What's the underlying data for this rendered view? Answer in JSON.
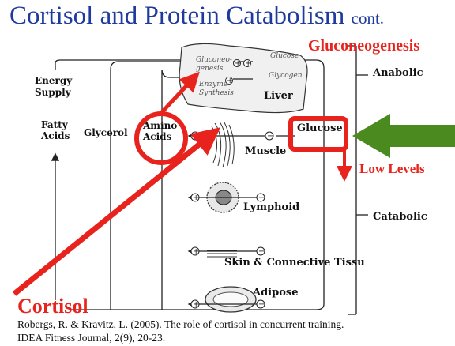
{
  "title": {
    "main": "Cortisol and Protein Catabolism",
    "suffix": "cont."
  },
  "labels": {
    "energy_supply_line1": "Energy",
    "energy_supply_line2": "Supply",
    "fatty_acids_line1": "Fatty",
    "fatty_acids_line2": "Acids",
    "glycerol": "Glycerol",
    "amino_acids_line1": "Amino",
    "amino_acids_line2": "Acids",
    "gluconeogenesis_small_line1": "Gluconeo-",
    "gluconeogenesis_small_line2": "genesis",
    "enzyme_synthesis_line1": "Enzyme",
    "enzyme_synthesis_line2": "Synthesis",
    "glucose_small": "Glucose",
    "glycogen_small": "Glycogen",
    "liver": "Liver",
    "muscle": "Muscle",
    "glucose": "Glucose",
    "lymphoid": "Lymphoid",
    "skin_connective": "Skin & Connective Tissu",
    "adipose": "Adipose",
    "anabolic": "Anabolic",
    "catabolic": "Catabolic"
  },
  "overlays": {
    "gluconeogenesis": "Gluconeogenesis",
    "low_levels": "Low Levels",
    "cortisol": "Cortisol"
  },
  "citation": {
    "line1": "Robergs, R. & Kravitz, L. (2005). The role of cortisol in concurrent training.",
    "line2": "IDEA Fitness Journal, 2(9), 20-23."
  },
  "colors": {
    "title": "#1f3a9e",
    "highlight_red": "#e8231d",
    "arrow_green": "#4a8a1e",
    "diagram_line": "#222222"
  }
}
